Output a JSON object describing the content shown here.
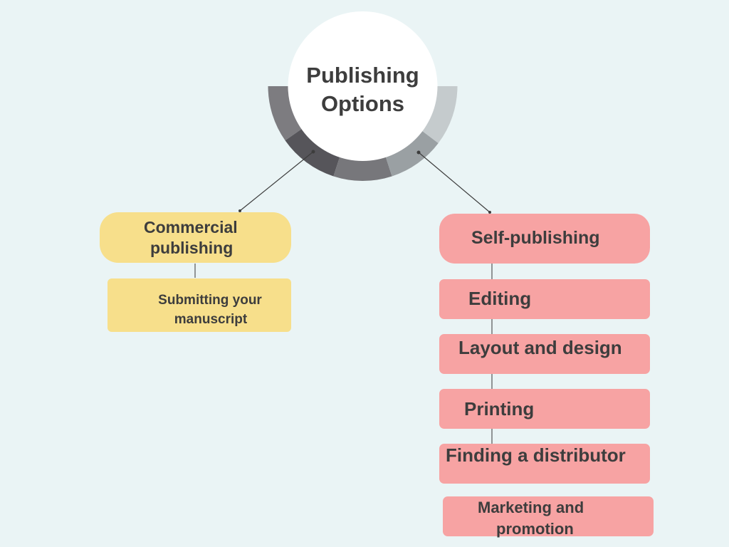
{
  "title": {
    "line1": "Publishing",
    "line2": "Options"
  },
  "colors": {
    "background": "#eaf4f5",
    "ring": [
      "#7d7c80",
      "#56555a",
      "#77777b",
      "#9aa0a3",
      "#c5cbcd"
    ],
    "commercial": "#f7df8b",
    "self": "#f7a3a3",
    "text": "#3d3d3d"
  },
  "commercial": {
    "label_line1": "Commercial",
    "label_line2": "publishing",
    "steps": [
      {
        "line1": "Submitting your",
        "line2": "manuscript"
      }
    ]
  },
  "self_publishing": {
    "label": "Self-publishing",
    "steps": [
      {
        "label": "Editing"
      },
      {
        "label": "Layout and design"
      },
      {
        "label": "Printing"
      },
      {
        "label": "Finding a distributor"
      },
      {
        "line1": "Marketing and",
        "line2": "promotion"
      }
    ]
  }
}
